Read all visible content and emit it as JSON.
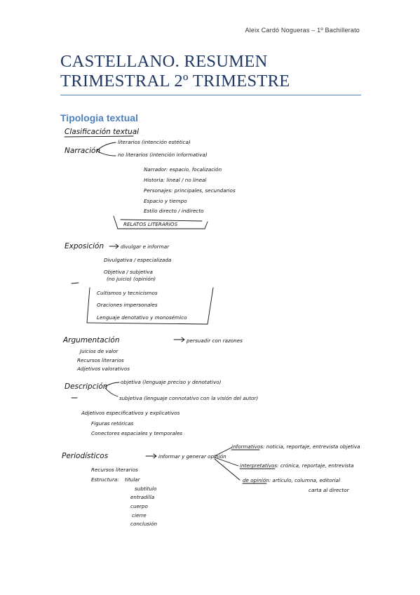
{
  "header": {
    "author_line": "Aleix Cardó Nogueras – 1º Bachillerato"
  },
  "title": {
    "line1": "CASTELLANO. RESUMEN",
    "line2": "TRIMESTRAL 2º TRIMESTRE"
  },
  "section": {
    "heading": "Tipologia textual"
  },
  "notes": {
    "classification": "Clasificación textual",
    "narracion": {
      "label": "Narración",
      "branch1": "literarios (intención estética)",
      "branch2": "no literarios (intención informativa)",
      "bullets": [
        "Narrador: espacio, focalización",
        "Historia: lineal / no lineal",
        "Personajes: principales, secundarios",
        "Espacio y tiempo",
        "Estilo directo / indirecto"
      ],
      "relatos": "RELATOS LITERARIOS"
    },
    "exposicion": {
      "label": "Exposición",
      "arrow_text": "divulgar e informar",
      "bullets": [
        "Divulgativa / especializada",
        "Objetiva / subjetiva",
        "(no juicio) (opinión)",
        "Cultismos y tecnicismos",
        "Oraciones impersonales",
        "Lenguaje denotativo y monosémico"
      ]
    },
    "argumentacion": {
      "label": "Argumentación",
      "arrow_text": "persuadir con razones",
      "bullets": [
        "Juicios de valor",
        "Recursos literarios",
        "Adjetivos valorativos"
      ]
    },
    "descripcion": {
      "label": "Descripción",
      "branch1": "objetiva (lenguaje preciso y denotativo)",
      "branch2": "subjetiva (lenguaje connotativo con la visión del autor)",
      "bullets": [
        "Adjetivos especificativos y explicativos",
        "Figuras retóricas",
        "Conectores espaciales y temporales"
      ]
    },
    "periodisticos": {
      "label": "Periodísticos",
      "arrow_text": "informar y generar opinión",
      "bullets": [
        "Recursos literarios",
        "Estructura:"
      ],
      "estructura": [
        "titular",
        "subtítulo",
        "entradilla",
        "cuerpo",
        "cierre",
        "conclusión"
      ],
      "genres": {
        "informativos": "informativos: noticia, reportaje, entrevista objetiva",
        "interpretativos": "interpretativos: crónica, reportaje, entrevista",
        "opinion": "de opinión: artículo, columna, editorial",
        "opinion_extra": "carta al director"
      }
    }
  }
}
